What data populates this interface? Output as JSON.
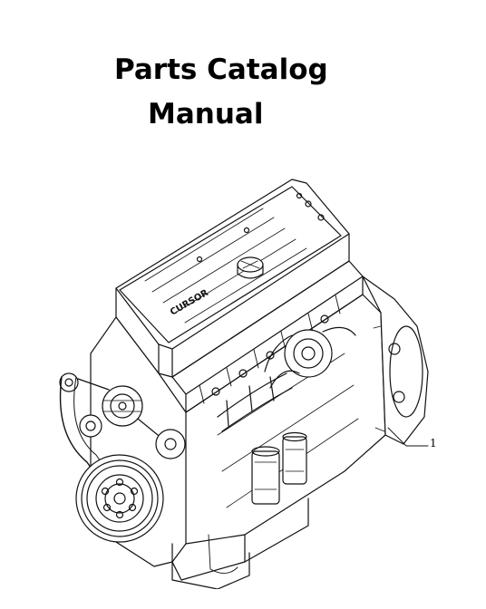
{
  "title": {
    "line1": "Parts Catalog",
    "line2": "Manual"
  },
  "drawing": {
    "subject": "engine-illustration",
    "brand_text": "CURSOR",
    "callout_label": "1"
  },
  "colors": {
    "ink": "#000000",
    "paper": "#ffffff"
  }
}
